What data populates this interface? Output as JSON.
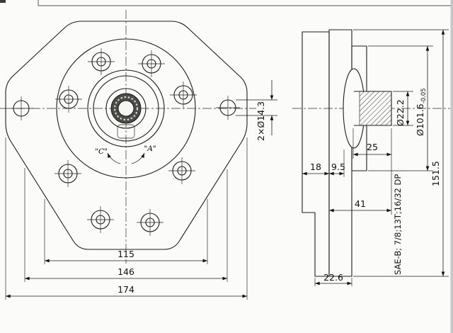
{
  "front": {
    "dim_spacing_inner": "115",
    "dim_spacing_mid": "146",
    "dim_overall_width": "174",
    "dim_mount_holes": "2×Ø14.3",
    "rotation_label_c": "\"C\"",
    "rotation_label_a": "\"A\""
  },
  "side": {
    "dim_rear_plate": "18",
    "dim_boss": "9.5",
    "dim_spline_length": "25",
    "dim_body_length": "41",
    "dim_foot_width": "22.6",
    "dim_overall_height": "151.5",
    "dim_shaft_diameter": "Ø22.2",
    "dim_pilot_diameter": "Ø101.6",
    "dim_pilot_tolerance": "-0.05",
    "spline_spec": "SAE-B; 7/8;13T;16/32 DP"
  },
  "colors": {
    "line": "#1c1c1c",
    "background": "#fbfbf9",
    "shaft_bore_shadow": "#4a4a46",
    "scan_edge": "#c6c6c6"
  }
}
